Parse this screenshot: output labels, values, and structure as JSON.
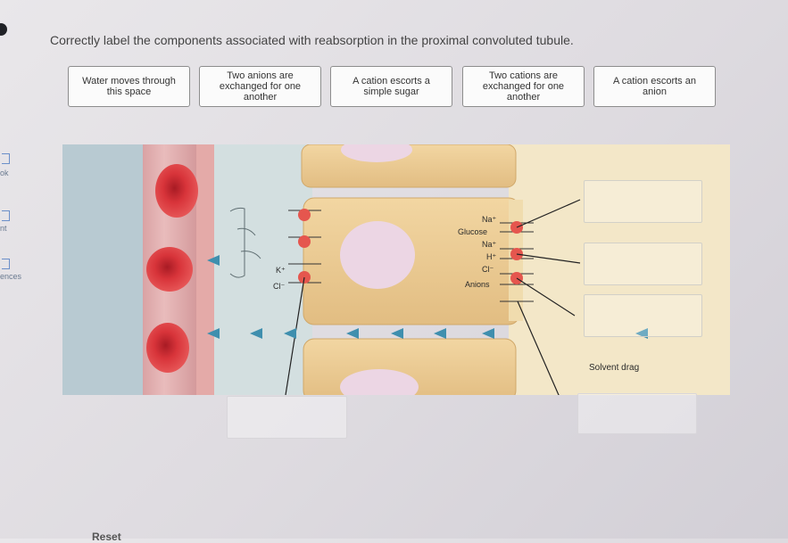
{
  "question": "Correctly label the components associated with reabsorption in the proximal convoluted tubule.",
  "labels": [
    {
      "text": "Water moves through this space"
    },
    {
      "text": "Two anions are exchanged for one another"
    },
    {
      "text": "A cation escorts a simple sugar"
    },
    {
      "text": "Two cations are exchanged for one another"
    },
    {
      "text": "A cation escorts an anion"
    }
  ],
  "figure": {
    "left_ions": [
      "K⁺",
      "Cl⁻"
    ],
    "right_ions": [
      "Na⁺",
      "Glucose",
      "Na⁺",
      "H⁺",
      "Cl⁻",
      "Anions"
    ],
    "solvent_drag": "Solvent drag"
  },
  "sidebar": {
    "items": [
      "ok",
      "nt",
      "ences"
    ]
  },
  "reset": "Reset",
  "colors": {
    "arrow": "#3f8fae",
    "cell": "#e9c990",
    "rbc": "#d8343a",
    "lumen": "#f2e6c8",
    "transporter": "#e5564e"
  }
}
